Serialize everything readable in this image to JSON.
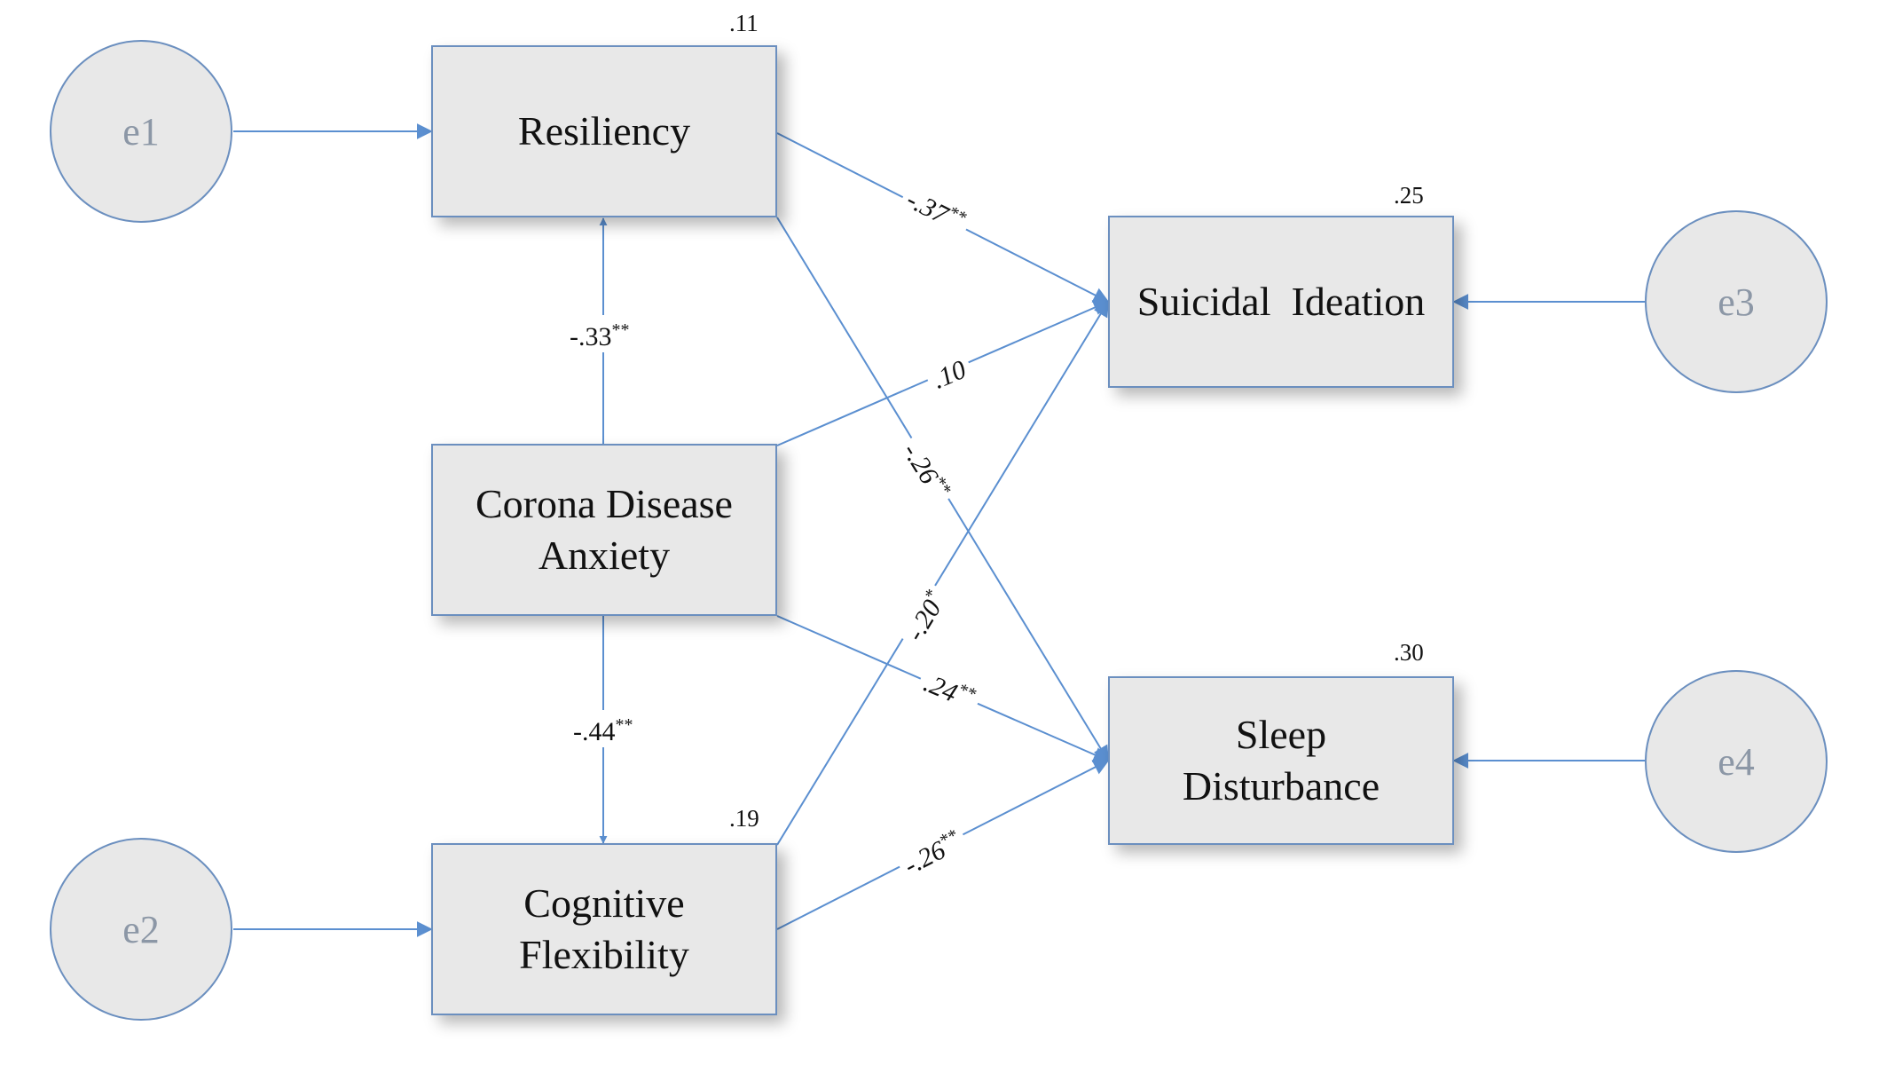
{
  "nodes": {
    "resiliency": {
      "label": "Resiliency",
      "r2": ".11"
    },
    "suicidal": {
      "label": "Suicidal  Ideation",
      "r2": ".25"
    },
    "corona": {
      "line1": "Corona Disease",
      "line2": "Anxiety"
    },
    "sleep": {
      "line1": "Sleep",
      "line2": "Disturbance",
      "r2": ".30"
    },
    "cognitive": {
      "line1": "Cognitive",
      "line2": "Flexibility",
      "r2": ".19"
    }
  },
  "errors": {
    "e1": "e1",
    "e2": "e2",
    "e3": "e3",
    "e4": "e4"
  },
  "paths": {
    "res_sui": {
      "value": "-.37",
      "sig": "**"
    },
    "res_sle": {
      "value": "-.26",
      "sig": "**"
    },
    "cor_res": {
      "value": "-.33",
      "sig": "**"
    },
    "cor_sui": {
      "value": ".10",
      "sig": ""
    },
    "cor_sle": {
      "value": ".24",
      "sig": "**"
    },
    "cor_cog": {
      "value": "-.44",
      "sig": "**"
    },
    "cog_sui": {
      "value": "-.20",
      "sig": "*"
    },
    "cog_sle": {
      "value": "-.26",
      "sig": "**"
    }
  },
  "colors": {
    "arrow": "#5b8fd0",
    "box_fill": "#e8e8e8",
    "box_border": "#6b8fbf",
    "error_text": "#8c97a6"
  }
}
